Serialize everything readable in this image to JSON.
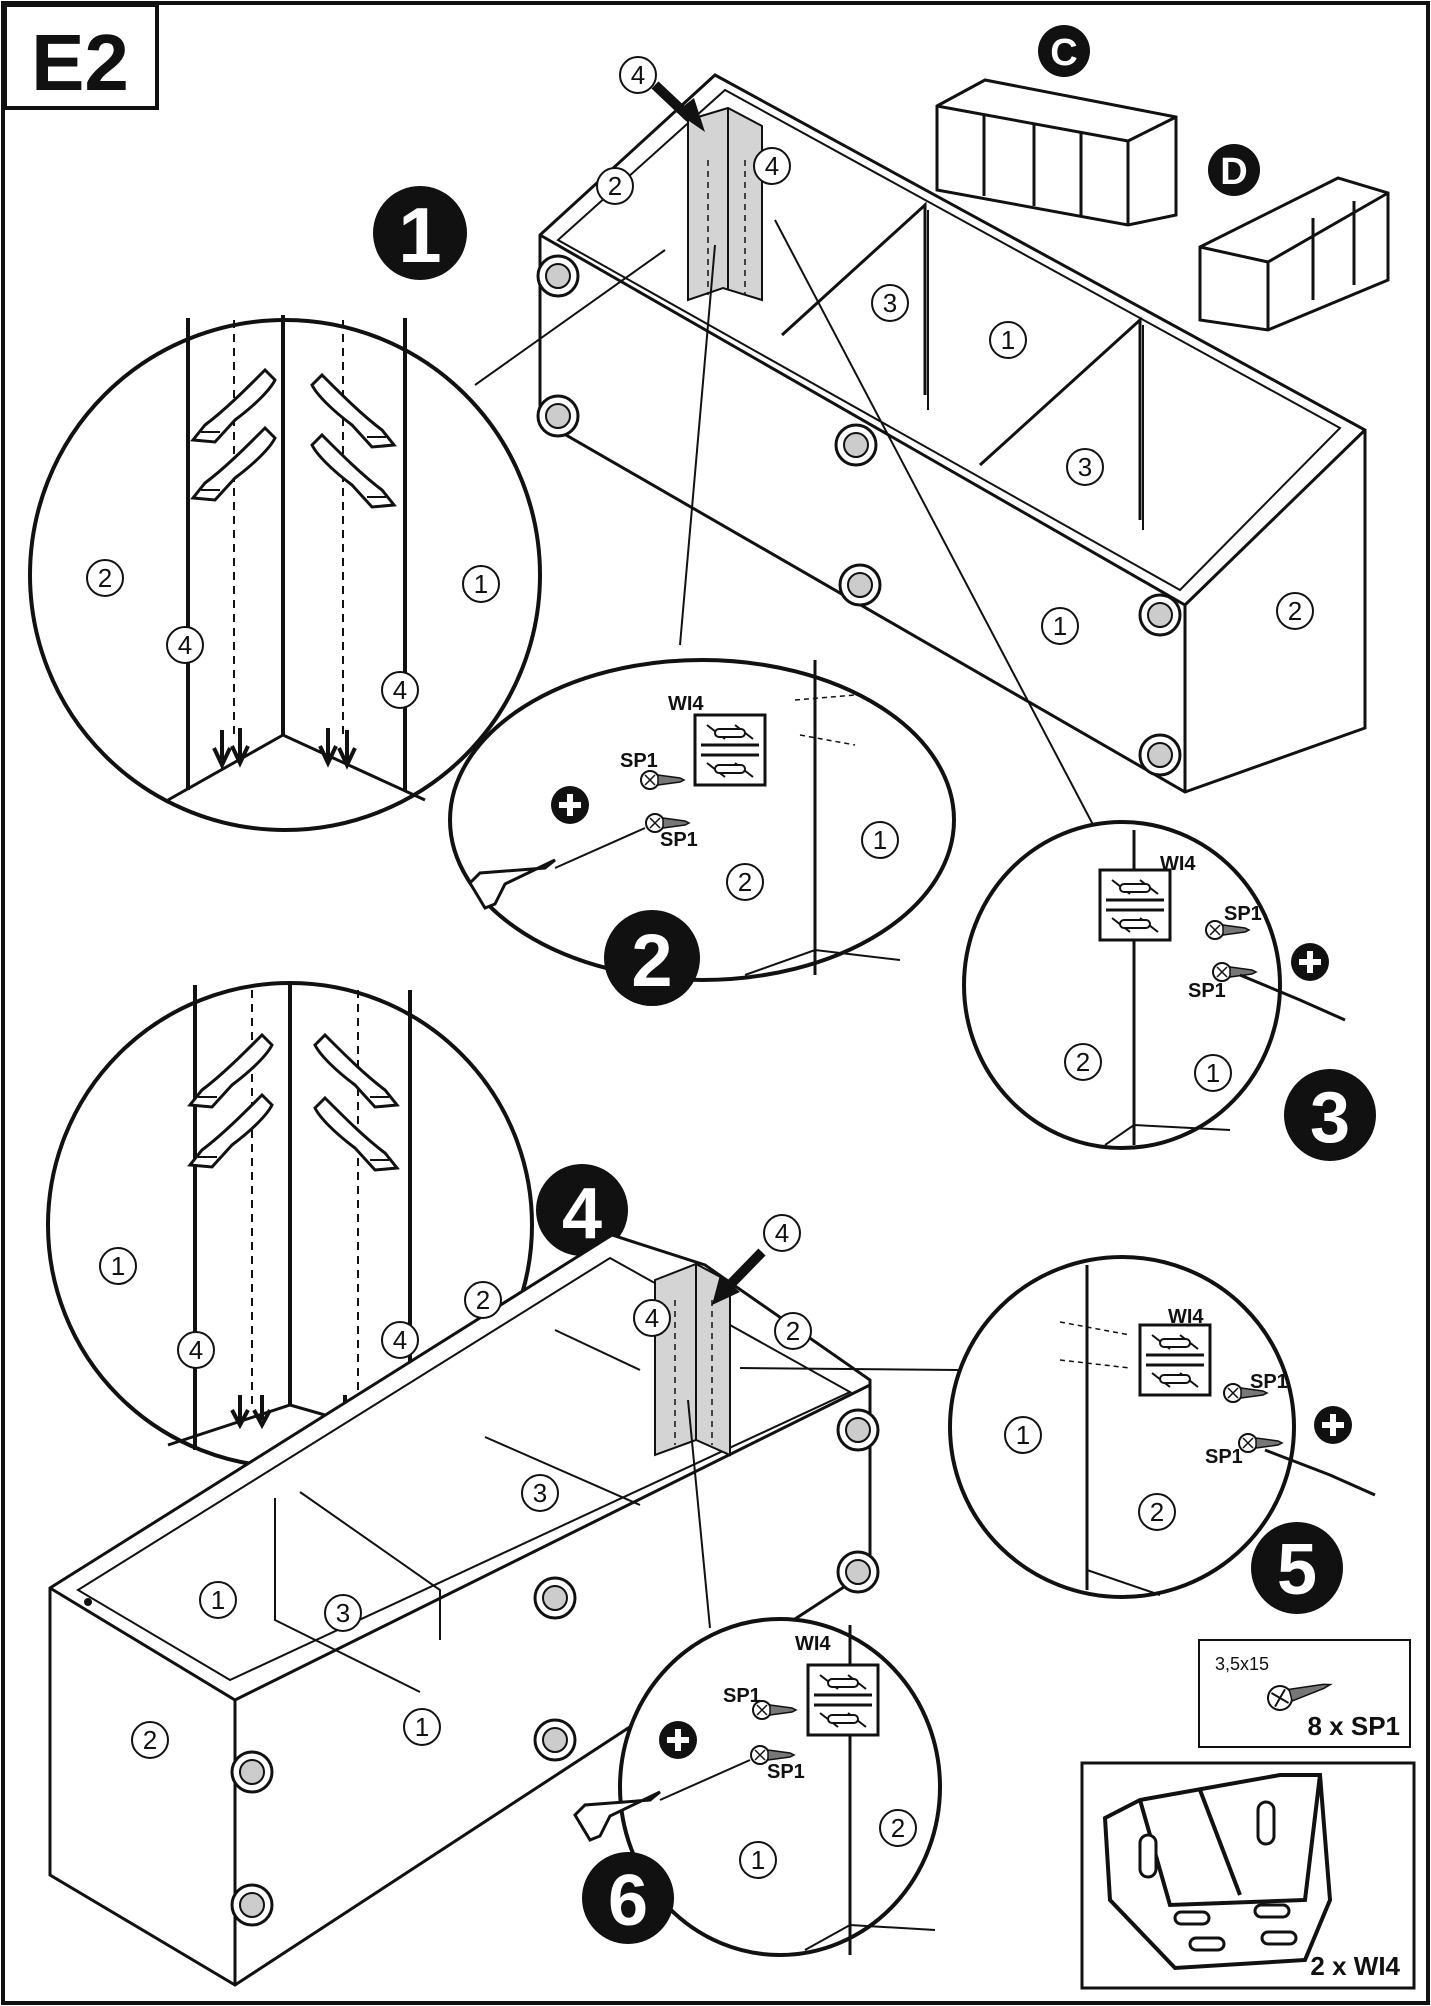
{
  "page": {
    "section_code": "E2"
  },
  "steps": [
    "1",
    "2",
    "3",
    "4",
    "5",
    "6"
  ],
  "reference_units": [
    "C",
    "D"
  ],
  "parts": {
    "p1": "1",
    "p2": "2",
    "p3": "3",
    "p4": "4"
  },
  "hardware": {
    "bracket_code": "WI4",
    "screw_code": "SP1",
    "screw_size": "3,5x15",
    "screw_qty": "8 x SP1",
    "bracket_qty": "2 x WI4"
  },
  "colors": {
    "ink": "#111111",
    "panel_gray": "#d4d4d4",
    "paper": "#ffffff"
  }
}
